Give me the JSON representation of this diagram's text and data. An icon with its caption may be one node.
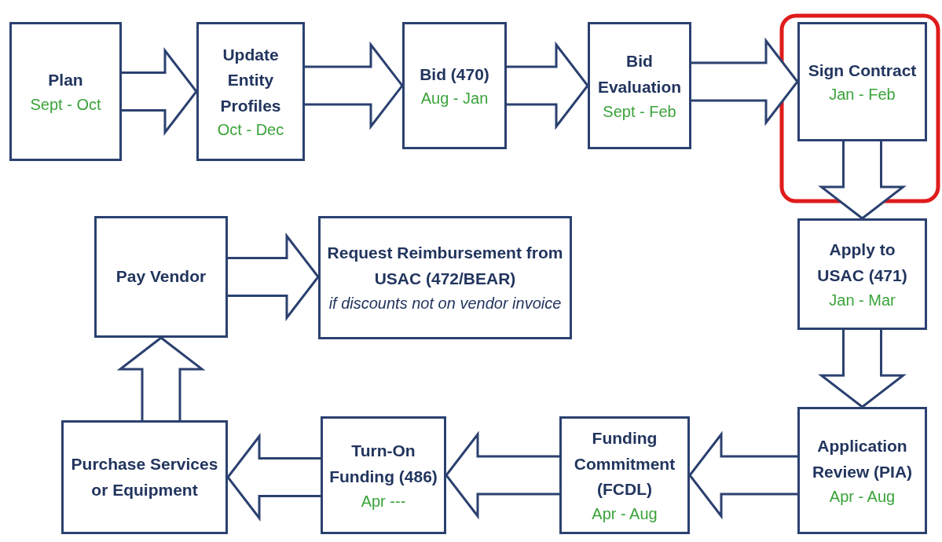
{
  "diagram": {
    "nodes": [
      {
        "text": [
          "Plan",
          "Sept - Oct"
        ]
      },
      {
        "text": [
          "Update Entity Profiles",
          "Oct - Dec"
        ]
      },
      {
        "text": [
          "Bid (470)",
          "Aug - Jan"
        ]
      },
      {
        "text": [
          "Bid Evaluation",
          "Sept - Feb"
        ]
      },
      {
        "text": [
          "Sign Contract",
          "Jan -  Feb"
        ]
      },
      {
        "text": [
          "Apply to USAC (471)",
          "Jan - Mar"
        ]
      },
      {
        "text": [
          "Application Review (PIA)",
          "Apr - Aug"
        ]
      },
      {
        "text": [
          "Funding Commitment (FCDL)",
          "Apr - Aug"
        ]
      },
      {
        "text": [
          "Turn-On Funding (486)",
          "Apr ---"
        ]
      },
      {
        "text": [
          "Purchase Services or Equipment"
        ]
      },
      {
        "text": [
          "Pay Vendor"
        ]
      },
      {
        "text": [
          "Request Reimbursement from USAC (472/BEAR)",
          "if discounts not on vendor invoice"
        ]
      }
    ],
    "edges": [
      {
        "from": 0,
        "to": 1,
        "arrow": "to"
      },
      {
        "from": 1,
        "to": 2,
        "arrow": "to"
      },
      {
        "from": 2,
        "to": 3,
        "arrow": "to"
      },
      {
        "from": 3,
        "to": 4,
        "arrow": "to"
      },
      {
        "from": 4,
        "to": 5,
        "arrow": "to"
      },
      {
        "from": 5,
        "to": 6,
        "arrow": "to"
      },
      {
        "from": 6,
        "to": 7,
        "arrow": "to"
      },
      {
        "from": 7,
        "to": 8,
        "arrow": "to"
      },
      {
        "from": 8,
        "to": 9,
        "arrow": "to"
      },
      {
        "from": 9,
        "to": 10,
        "arrow": "to"
      },
      {
        "from": 10,
        "to": 11,
        "arrow": "to"
      }
    ]
  }
}
